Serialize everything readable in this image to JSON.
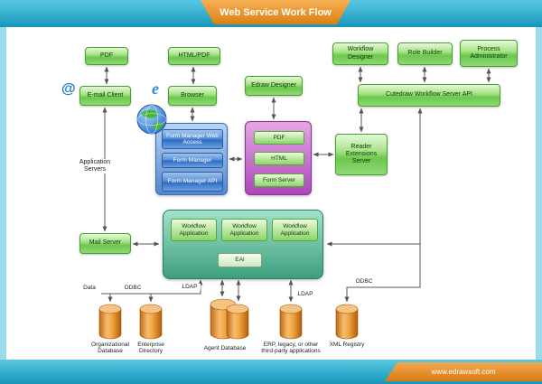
{
  "banner": {
    "title": "Web Service Work Flow"
  },
  "footer": {
    "website": "www.edrawsoft.com"
  },
  "icons": {
    "email_at": "@",
    "browser_e": "e"
  },
  "nodes": {
    "pdf_top": "PDF",
    "html_pdf": "HTML/PDF",
    "email_client": "E-mail Client",
    "browser": "Browser",
    "edraw_designer": "Edraw Designer",
    "workflow_designer": "Workflow Designer",
    "role_builder": "Role Builder",
    "process_administrator": "Process Administrator",
    "cutedraw_api": "Cutedraw Workflow Server API",
    "form_manager_web_access": "Form Manager Web Access",
    "form_manager": "Form Manager",
    "form_manager_api": "Form Manager API",
    "pdf_mid": "PDF",
    "html_mid": "HTML",
    "form_server": "Form Server",
    "reader_extensions_server": "Reader Extensions Server",
    "workflow_application_1": "Workflow Application",
    "workflow_application_2": "Workflow Application",
    "workflow_application_3": "Workflow Application",
    "eai": "EAI",
    "mail_server": "Mail Server",
    "application_servers": "Application Servers"
  },
  "databases": {
    "organizational_database": "Organizational Database",
    "enterprise_directory": "Enterprise Directory",
    "agent_database": "Agent Database",
    "erp": "ERP, legacy, or other third-party applications",
    "xml_registry": "XML Registry"
  },
  "edge_labels": {
    "data": "Data",
    "odbc_left": "ODBC",
    "ldap_left": "LDAP",
    "ldap_right": "LDAP",
    "odbc_right": "ODBC"
  }
}
